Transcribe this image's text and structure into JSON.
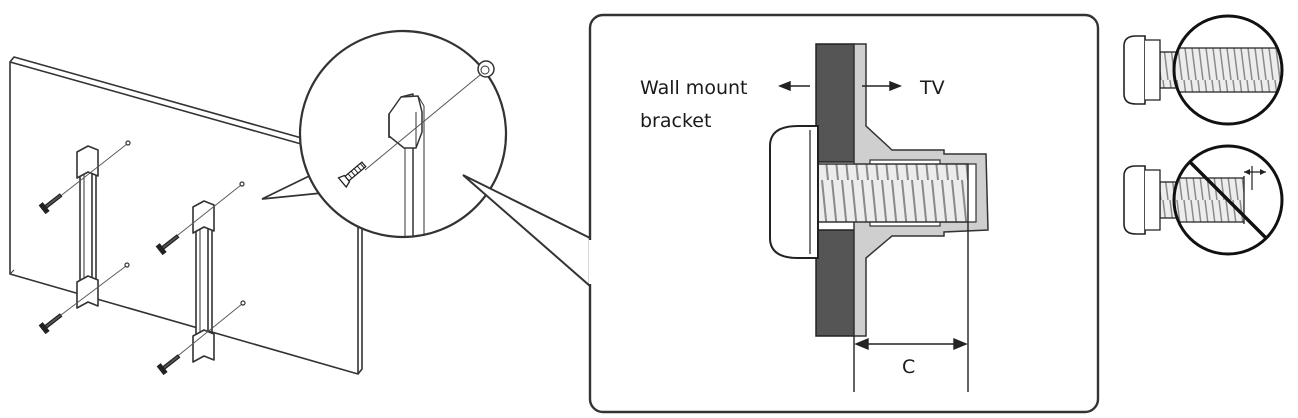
{
  "labels": {
    "wall_mount_line1": "Wall mount",
    "wall_mount_line2": "bracket",
    "tv": "TV",
    "dimension_c": "C"
  },
  "icons": {
    "correct_screw": "screw-fully-inserted-icon",
    "incorrect_screw": "screw-gap-prohibited-icon"
  },
  "colors": {
    "line": "#222222",
    "wall_bracket": "#555555",
    "tv_back": "#cfcfcf",
    "screw_thread": "#e6e6e6"
  }
}
